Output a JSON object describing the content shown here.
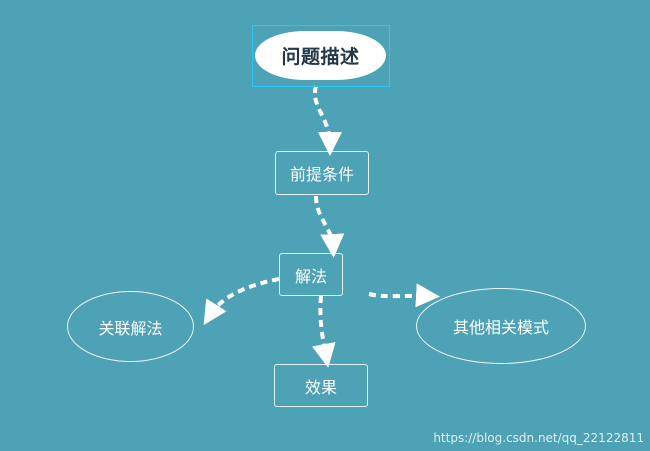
{
  "diagram": {
    "title": "问题描述",
    "nodes": {
      "preconditions": "前提条件",
      "solution": "解法",
      "related_solutions": "关联解法",
      "other_patterns": "其他相关模式",
      "effect": "效果"
    },
    "edges": [
      {
        "from": "title",
        "to": "preconditions"
      },
      {
        "from": "preconditions",
        "to": "solution"
      },
      {
        "from": "solution",
        "to": "related_solutions"
      },
      {
        "from": "solution",
        "to": "other_patterns"
      },
      {
        "from": "solution",
        "to": "effect"
      }
    ]
  },
  "colors": {
    "background": "#4ea2b5",
    "title_border": "#2ec3f5",
    "title_fill": "#ffffff",
    "title_text": "#243848",
    "node_text": "#ffffff"
  },
  "watermark": "https://blog.csdn.net/qq_22122811"
}
